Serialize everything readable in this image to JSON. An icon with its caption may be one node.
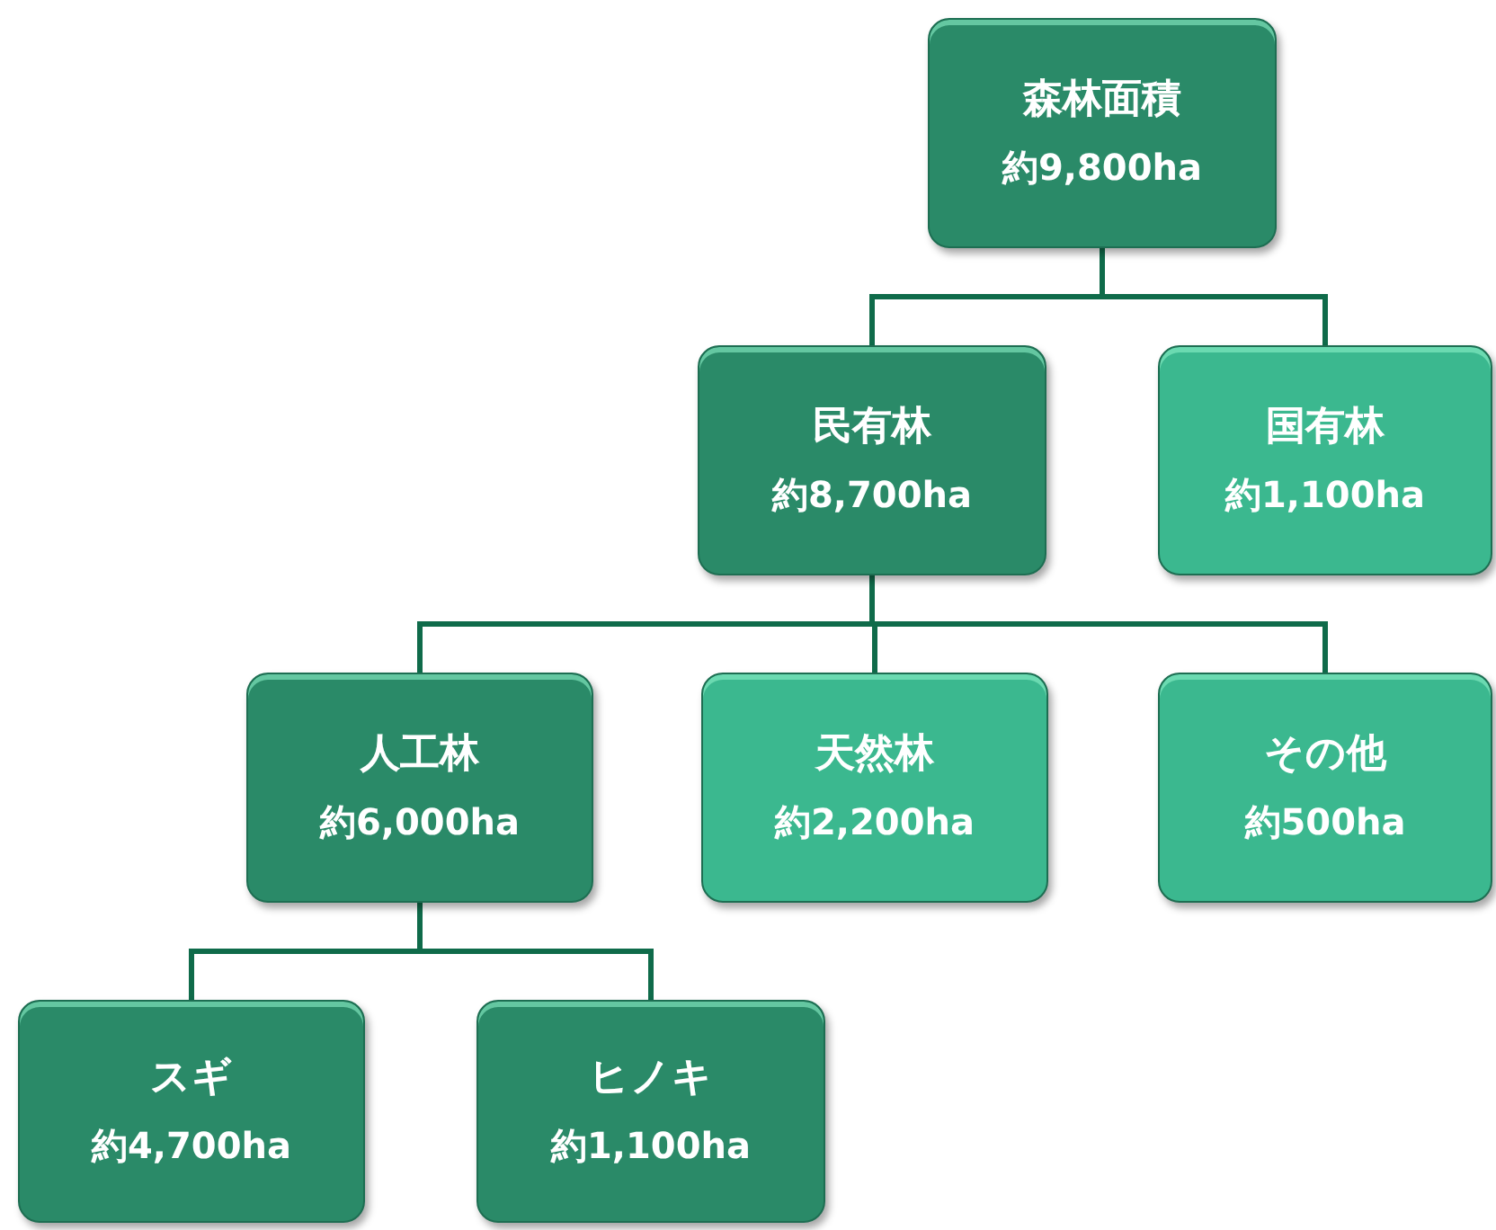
{
  "diagram": {
    "nodes": [
      {
        "text": [
          "森林面積",
          "約9,800ha"
        ]
      },
      {
        "text": [
          "民有林",
          "約8,700ha"
        ]
      },
      {
        "text": [
          "国有林",
          "約1,100ha"
        ]
      },
      {
        "text": [
          "人工林",
          "約6,000ha"
        ]
      },
      {
        "text": [
          "天然林",
          "約2,200ha"
        ]
      },
      {
        "text": [
          "その他",
          "約500ha"
        ]
      },
      {
        "text": [
          "スギ",
          "約4,700ha"
        ]
      },
      {
        "text": [
          "ヒノキ",
          "約1,100ha"
        ]
      }
    ],
    "edges": [
      {
        "from": 0,
        "to": 1,
        "arrow": "none"
      },
      {
        "from": 0,
        "to": 2,
        "arrow": "none"
      },
      {
        "from": 1,
        "to": 3,
        "arrow": "none"
      },
      {
        "from": 1,
        "to": 4,
        "arrow": "none"
      },
      {
        "from": 1,
        "to": 5,
        "arrow": "none"
      },
      {
        "from": 3,
        "to": 6,
        "arrow": "none"
      },
      {
        "from": 3,
        "to": 7,
        "arrow": "none"
      }
    ]
  }
}
